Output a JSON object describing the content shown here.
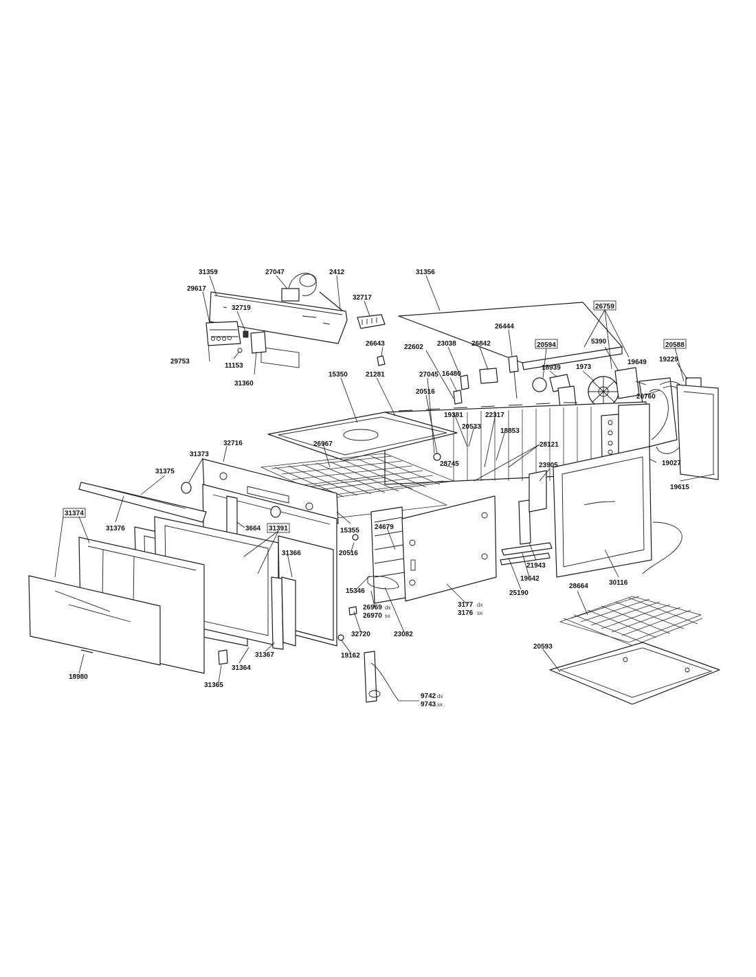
{
  "labels": {
    "p31359": "31359",
    "p27047": "27047",
    "p2412": "2412",
    "p31356": "31356",
    "p29617": "29617",
    "p32719": "32719",
    "p32717": "32717",
    "p26759": "26759",
    "p26444": "26444",
    "p26643": "26643",
    "p22602": "22602",
    "p23038": "23038",
    "p26842": "26842",
    "p20594": "20594",
    "p5390": "5390",
    "p20588": "20588",
    "p29753": "29753",
    "p11153": "11153",
    "p19229": "19229",
    "p31360": "31360",
    "p18939": "18939",
    "p1973": "1973",
    "p19649": "19649",
    "p15350": "15350",
    "p21281": "21281",
    "p27045": "27045",
    "p16480": "16480",
    "p26760": "26760",
    "p20516a": "20516",
    "p19381": "19381",
    "p22317": "22317",
    "p20533": "20533",
    "p18853": "18853",
    "p32716": "32716",
    "p26967": "26967",
    "p28121": "28121",
    "p31373": "31373",
    "p28745": "28745",
    "p19027": "19027",
    "p31375": "31375",
    "p23905": "23905",
    "p19615": "19615",
    "p31374": "31374",
    "p15355": "15355",
    "p31376": "31376",
    "p3664": "3664",
    "p31391": "31391",
    "p24679": "24679",
    "p31366": "31366",
    "p20516b": "20516",
    "p21943": "21943",
    "p19642": "19642",
    "p30116": "30116",
    "p15346": "15346",
    "p25190": "25190",
    "p3177": "3177",
    "p3176": "3176",
    "p28664": "28664",
    "p26969": "26969",
    "p26970": "26970",
    "p32720": "32720",
    "p23082": "23082",
    "p31367": "31367",
    "p19162": "19162",
    "p20593": "20593",
    "p31364": "31364",
    "p18980": "18980",
    "p31365": "31365",
    "p9742": "9742",
    "p9743": "9743"
  },
  "suffixes": {
    "dx": "dx",
    "sx": "sx"
  },
  "boxed_parts": [
    "31374",
    "31391",
    "26759",
    "20594",
    "20588"
  ]
}
